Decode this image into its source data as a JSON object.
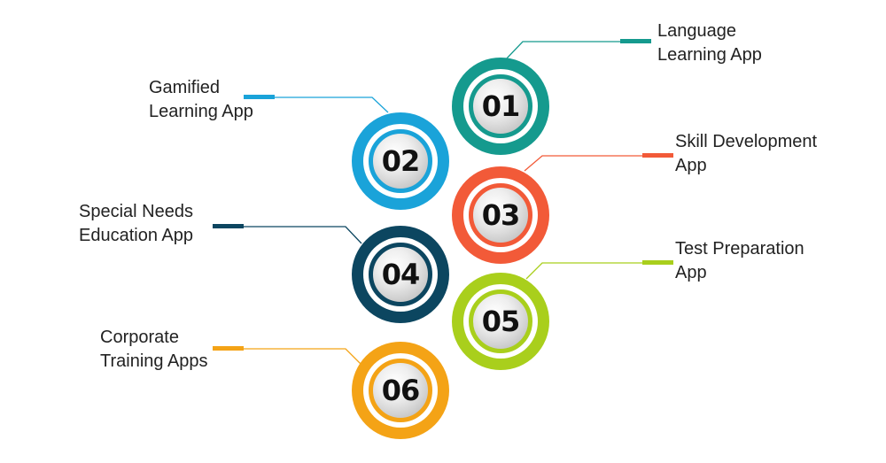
{
  "items": [
    {
      "number": "01",
      "line1": "Language",
      "line2": "Learning App",
      "color": "#159a8e"
    },
    {
      "number": "02",
      "line1": "Gamified",
      "line2": "Learning App",
      "color": "#1aa3d9"
    },
    {
      "number": "03",
      "line1": "Skill Development",
      "line2": "App",
      "color": "#f25a38"
    },
    {
      "number": "04",
      "line1": "Special Needs",
      "line2": "Education App",
      "color": "#0c4660"
    },
    {
      "number": "05",
      "line1": "Test Preparation",
      "line2": "App",
      "color": "#a9cf1c"
    },
    {
      "number": "06",
      "line1": "Corporate",
      "line2": "Training Apps",
      "color": "#f4a316"
    }
  ]
}
